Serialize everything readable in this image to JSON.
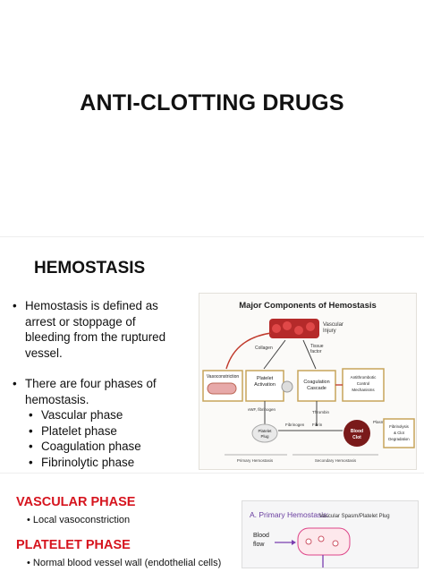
{
  "slide1": {
    "title": "ANTI-CLOTTING DRUGS"
  },
  "slide2": {
    "heading": "HEMOSTASIS",
    "bullet1": [
      "Hemostasis is defined as",
      "arrest or stoppage of",
      "bleeding from the ruptured",
      "vessel."
    ],
    "bullet2": [
      "There are four phases of",
      "hemostasis."
    ],
    "phases": [
      "Vascular phase",
      "Platelet phase",
      "Coagulation phase",
      "Fibrinolytic phase"
    ],
    "diagram": {
      "title": "Major Components of Hemostasis",
      "vascular_injury": [
        "Vascular",
        "Injury"
      ],
      "collagen": "Collagen",
      "tissue_factor": [
        "Tissue",
        "factor"
      ],
      "vasoconstriction": "Vasoconstriction",
      "platelet_activation": [
        "Platelet",
        "Activation"
      ],
      "coagulation_cascade": [
        "Coagulation",
        "Cascade"
      ],
      "antithrombotic": [
        "Antithrombotic",
        "Control",
        "Mechanisms"
      ],
      "vwf": "vWF, fibrinogen",
      "thrombin": "Thrombin",
      "fibrinogen": "Fibrinogen",
      "fibrin": "Fibrin",
      "plasmin": "Plasmin",
      "platelet_plug": [
        "Platelet",
        "Plug"
      ],
      "blood_clot": [
        "Blood",
        "Clot"
      ],
      "fibrinolysis": [
        "Fibrinolysis",
        "& Clot",
        "Degradation"
      ],
      "primary": "Primary Hemostasis",
      "secondary": "Secondary Hemostasis"
    }
  },
  "slide3": {
    "vascular_heading": "VASCULAR PHASE",
    "vascular_item": "Local vasoconstriction",
    "platelet_heading": "PLATELET PHASE",
    "platelet_item": "Normal blood vessel wall (endothelial cells)",
    "image": {
      "label": "A. Primary Hemostasis:",
      "sublabel": "Vascular Spasm/Platelet Plug",
      "blood": "Blood",
      "flow": "flow"
    }
  },
  "colors": {
    "accent_red": "#d6141e",
    "diagram_border": "#c7a45a",
    "clot": "#7a1a1a"
  }
}
